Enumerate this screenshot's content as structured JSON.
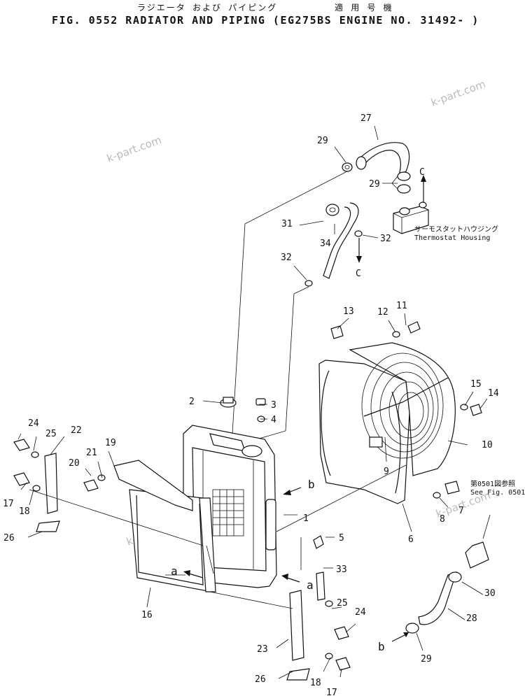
{
  "header": {
    "jp_title": "ラジエータ および パイピング",
    "jp_model": "適 用 号 機",
    "title": "FIG. 0552  RADIATOR AND PIPING (EG275BS ENGINE NO. 31492- )"
  },
  "labels": {
    "thermostat_jp": "サーモスタットハウジング",
    "thermostat_en": "Thermostat Housing",
    "see_fig_jp": "第0501図参照",
    "see_fig_en": "See  Fig. 0501",
    "ref_c": "C",
    "ref_b": "b",
    "ref_a": "a"
  },
  "watermark": "k-part.com",
  "parts": {
    "p1": "1",
    "p2": "2",
    "p3": "3",
    "p4": "4",
    "p5": "5",
    "p6": "6",
    "p7": "7",
    "p8": "8",
    "p9": "9",
    "p10": "10",
    "p11": "11",
    "p12": "12",
    "p13": "13",
    "p14": "14",
    "p15": "15",
    "p16": "16",
    "p17": "17",
    "p18": "18",
    "p19": "19",
    "p20": "20",
    "p21": "21",
    "p22": "22",
    "p23": "23",
    "p24": "24",
    "p25": "25",
    "p26": "26",
    "p27": "27",
    "p28": "28",
    "p29": "29",
    "p30": "30",
    "p31": "31",
    "p32": "32",
    "p33": "33",
    "p34": "34"
  }
}
